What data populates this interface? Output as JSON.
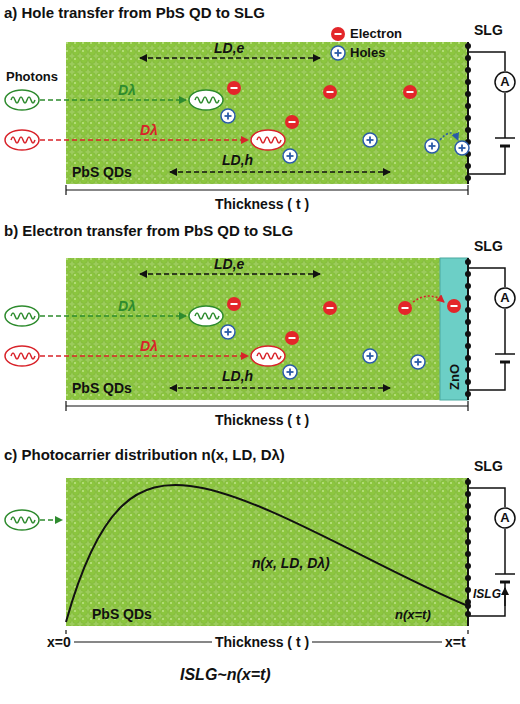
{
  "diagram": {
    "nodes": [
      {
        "text": [
          "PbS QDs"
        ]
      },
      {
        "text": [
          "A"
        ]
      },
      {
        "text": [
          "PbS QDs"
        ]
      },
      {
        "text": [
          "ZnO"
        ],
        "in": 2
      },
      {
        "text": [
          "A"
        ]
      },
      {
        "text": [
          "PbS QDs"
        ]
      },
      {
        "text": [
          "A"
        ]
      }
    ],
    "labels": [
      "a) Hole transfer from PbS QD to SLG",
      "SLG",
      "Photons",
      "LD,e",
      "Dλ",
      "Dλ",
      "LD,h",
      "Thickness ( t )",
      "b) Electron transfer from PbS QD to SLG",
      "SLG",
      "LD,e",
      "Dλ",
      "Dλ",
      "LD,h",
      "Thickness ( t )",
      "c) Photocarrier distribution n(x, LD, Dλ)",
      "SLG",
      "n(x, LD, Dλ)",
      "n(x=t)",
      "ISLG",
      "x=0",
      "Thickness ( t )",
      "x=t",
      "ISLG~n(x=t)"
    ],
    "legend": [
      {
        "text": "Electron"
      },
      {
        "text": "Holes"
      }
    ]
  }
}
